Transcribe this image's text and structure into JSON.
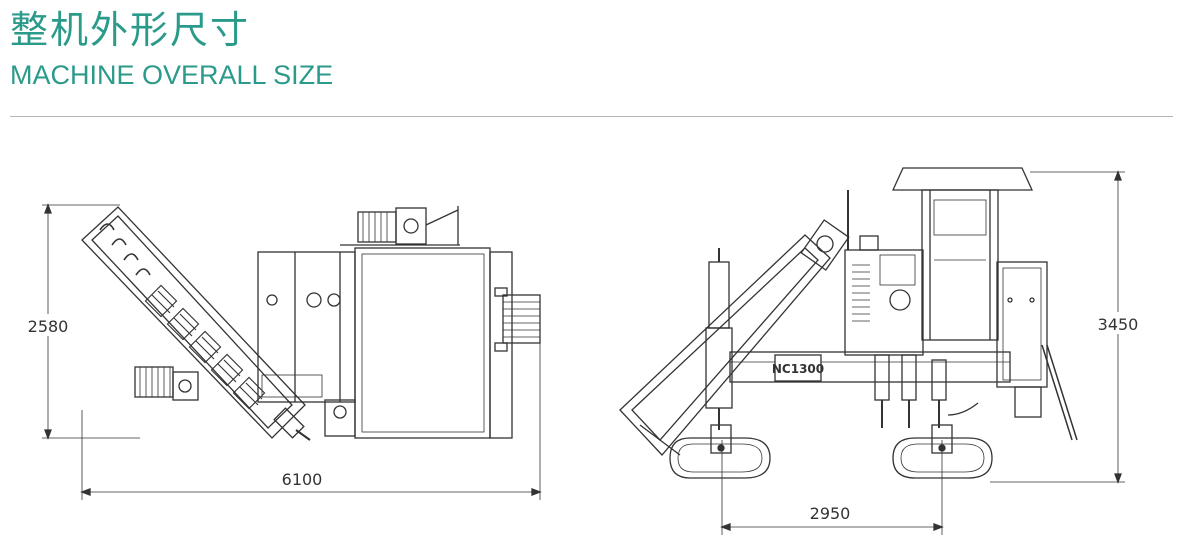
{
  "header": {
    "title_cn": "整机外形尺寸",
    "title_en": "MACHINE OVERALL SIZE"
  },
  "colors": {
    "title": "#2a9a8a",
    "line": "#333333",
    "rule": "#b5b5b5"
  },
  "side_view": {
    "height_label": "2580",
    "length_label": "6100"
  },
  "front_view": {
    "height_label": "3450",
    "track_width_label": "2950",
    "model_label": "NC1300"
  }
}
